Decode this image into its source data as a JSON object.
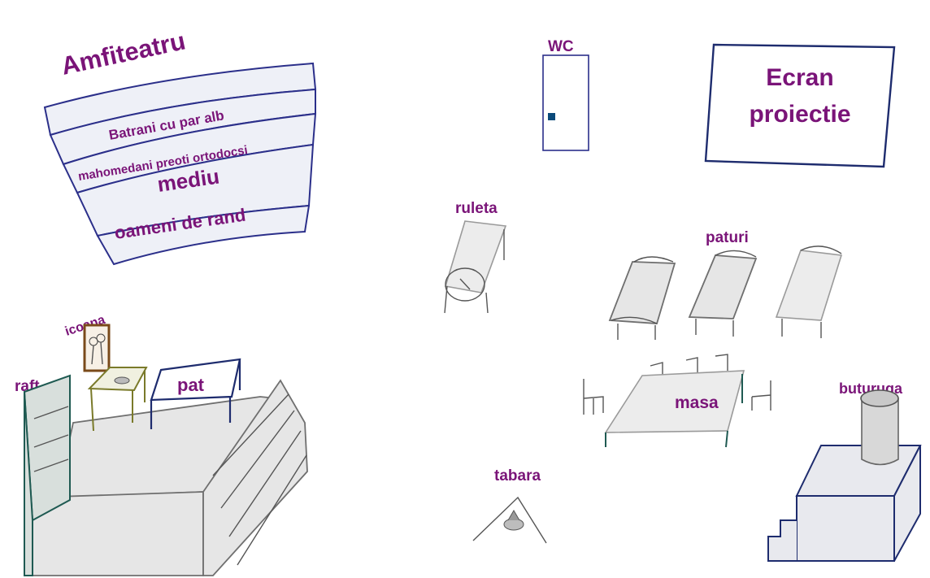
{
  "amphitheatre": {
    "title": "Amfiteatru",
    "rows": [
      "Batrani cu par alb",
      "mahomedani preoti ortodocsi",
      "mediu",
      "oameni de rand"
    ]
  },
  "labels": {
    "wc": "WC",
    "screen_line1": "Ecran",
    "screen_line2": "proiectie",
    "ruleta": "ruleta",
    "paturi": "paturi",
    "icoana": "icoana",
    "raft": "raft",
    "pat": "pat",
    "masa": "masa",
    "buturuga": "buturuga",
    "tabara": "tabara"
  },
  "colors": {
    "label": "#7a1478",
    "outline_navy": "#1e2c6e",
    "outline_teal": "#1f5a52",
    "door_knob": "#0b4a7a",
    "stage_fill": "#e6e6e6"
  }
}
